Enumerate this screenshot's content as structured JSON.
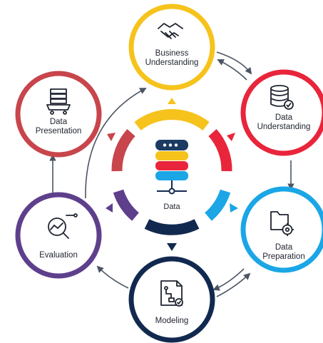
{
  "stages": [
    {
      "id": "business-understanding",
      "label": "Business\nUnderstanding",
      "color": "#f6c31c",
      "icon": "handshake-icon"
    },
    {
      "id": "data-understanding",
      "label": "Data\nUnderstanding",
      "color": "#e8253b",
      "icon": "database-check-icon"
    },
    {
      "id": "data-preparation",
      "label": "Data\nPreparation",
      "color": "#1ba6e6",
      "icon": "folder-gear-icon"
    },
    {
      "id": "modeling",
      "label": "Modeling",
      "color": "#12294f",
      "icon": "flowchart-document-icon"
    },
    {
      "id": "evaluation",
      "label": "Evaluation",
      "color": "#5e3f8c",
      "icon": "magnifier-chart-icon"
    },
    {
      "id": "data-presentation",
      "label": "Data\nPresentation",
      "color": "#c8454c",
      "icon": "presentation-cart-icon"
    }
  ],
  "center": {
    "label": "Data",
    "icon": "database-stack-icon"
  },
  "colors": {
    "arrow": "#4b5563",
    "center_ring_gray": "#d3d3d6",
    "db_top": "#1c3b63",
    "db_yellow": "#f6c31c",
    "db_red": "#e8253b",
    "db_blue": "#1ba6e6"
  }
}
